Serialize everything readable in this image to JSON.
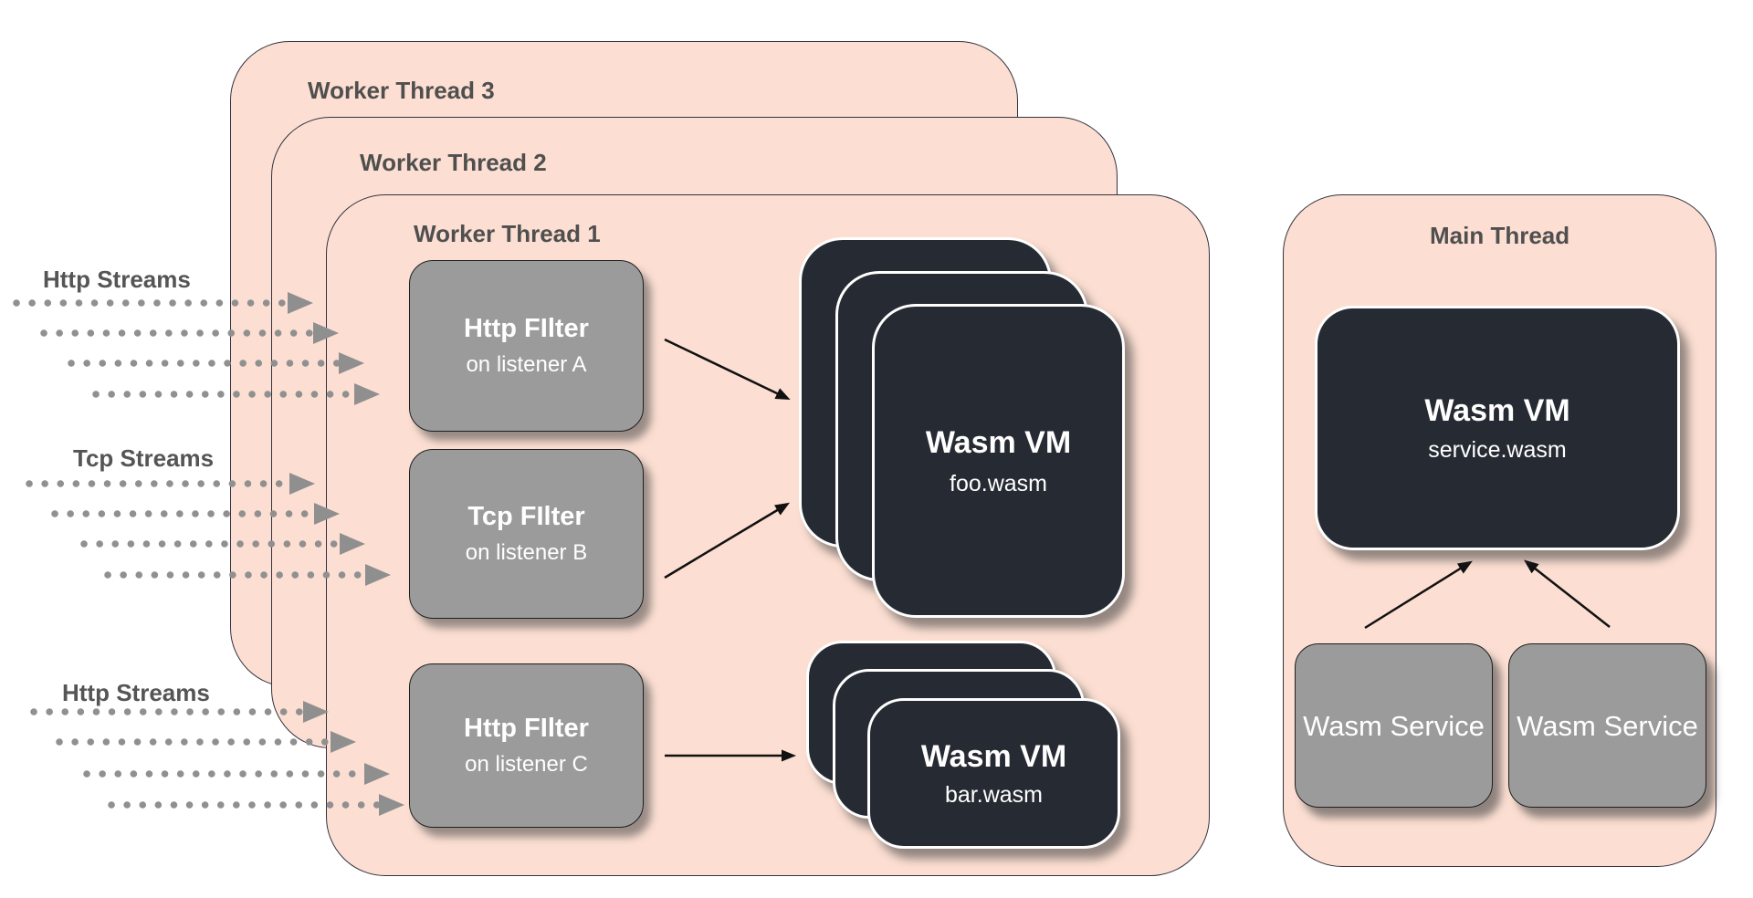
{
  "streams": [
    {
      "label": "Http Streams"
    },
    {
      "label": "Tcp Streams"
    },
    {
      "label": "Http Streams"
    }
  ],
  "worker_threads": [
    {
      "label": "Worker Thread 3"
    },
    {
      "label": "Worker Thread 2"
    },
    {
      "label": "Worker Thread 1"
    }
  ],
  "filters": [
    {
      "title": "Http FIlter",
      "subtitle": "on listener A"
    },
    {
      "title": "Tcp FIlter",
      "subtitle": "on listener B"
    },
    {
      "title": "Http FIlter",
      "subtitle": "on listener C"
    }
  ],
  "vm_stacks": [
    {
      "title": "Wasm VM",
      "subtitle": "foo.wasm",
      "instances": 3
    },
    {
      "title": "Wasm VM",
      "subtitle": "bar.wasm",
      "instances": 3
    }
  ],
  "main_thread": {
    "label": "Main Thread",
    "vm": {
      "title": "Wasm VM",
      "subtitle": "service.wasm"
    },
    "services": [
      {
        "label": "Wasm Service"
      },
      {
        "label": "Wasm Service"
      }
    ]
  },
  "colors": {
    "thread_bg": "#fcdfd2",
    "box_gray": "#9b9b9b",
    "vm_dark": "#262b33",
    "stream_arrow_gray": "#909090",
    "label_text": "#4f4f4f",
    "solid_arrow": "#111111"
  }
}
